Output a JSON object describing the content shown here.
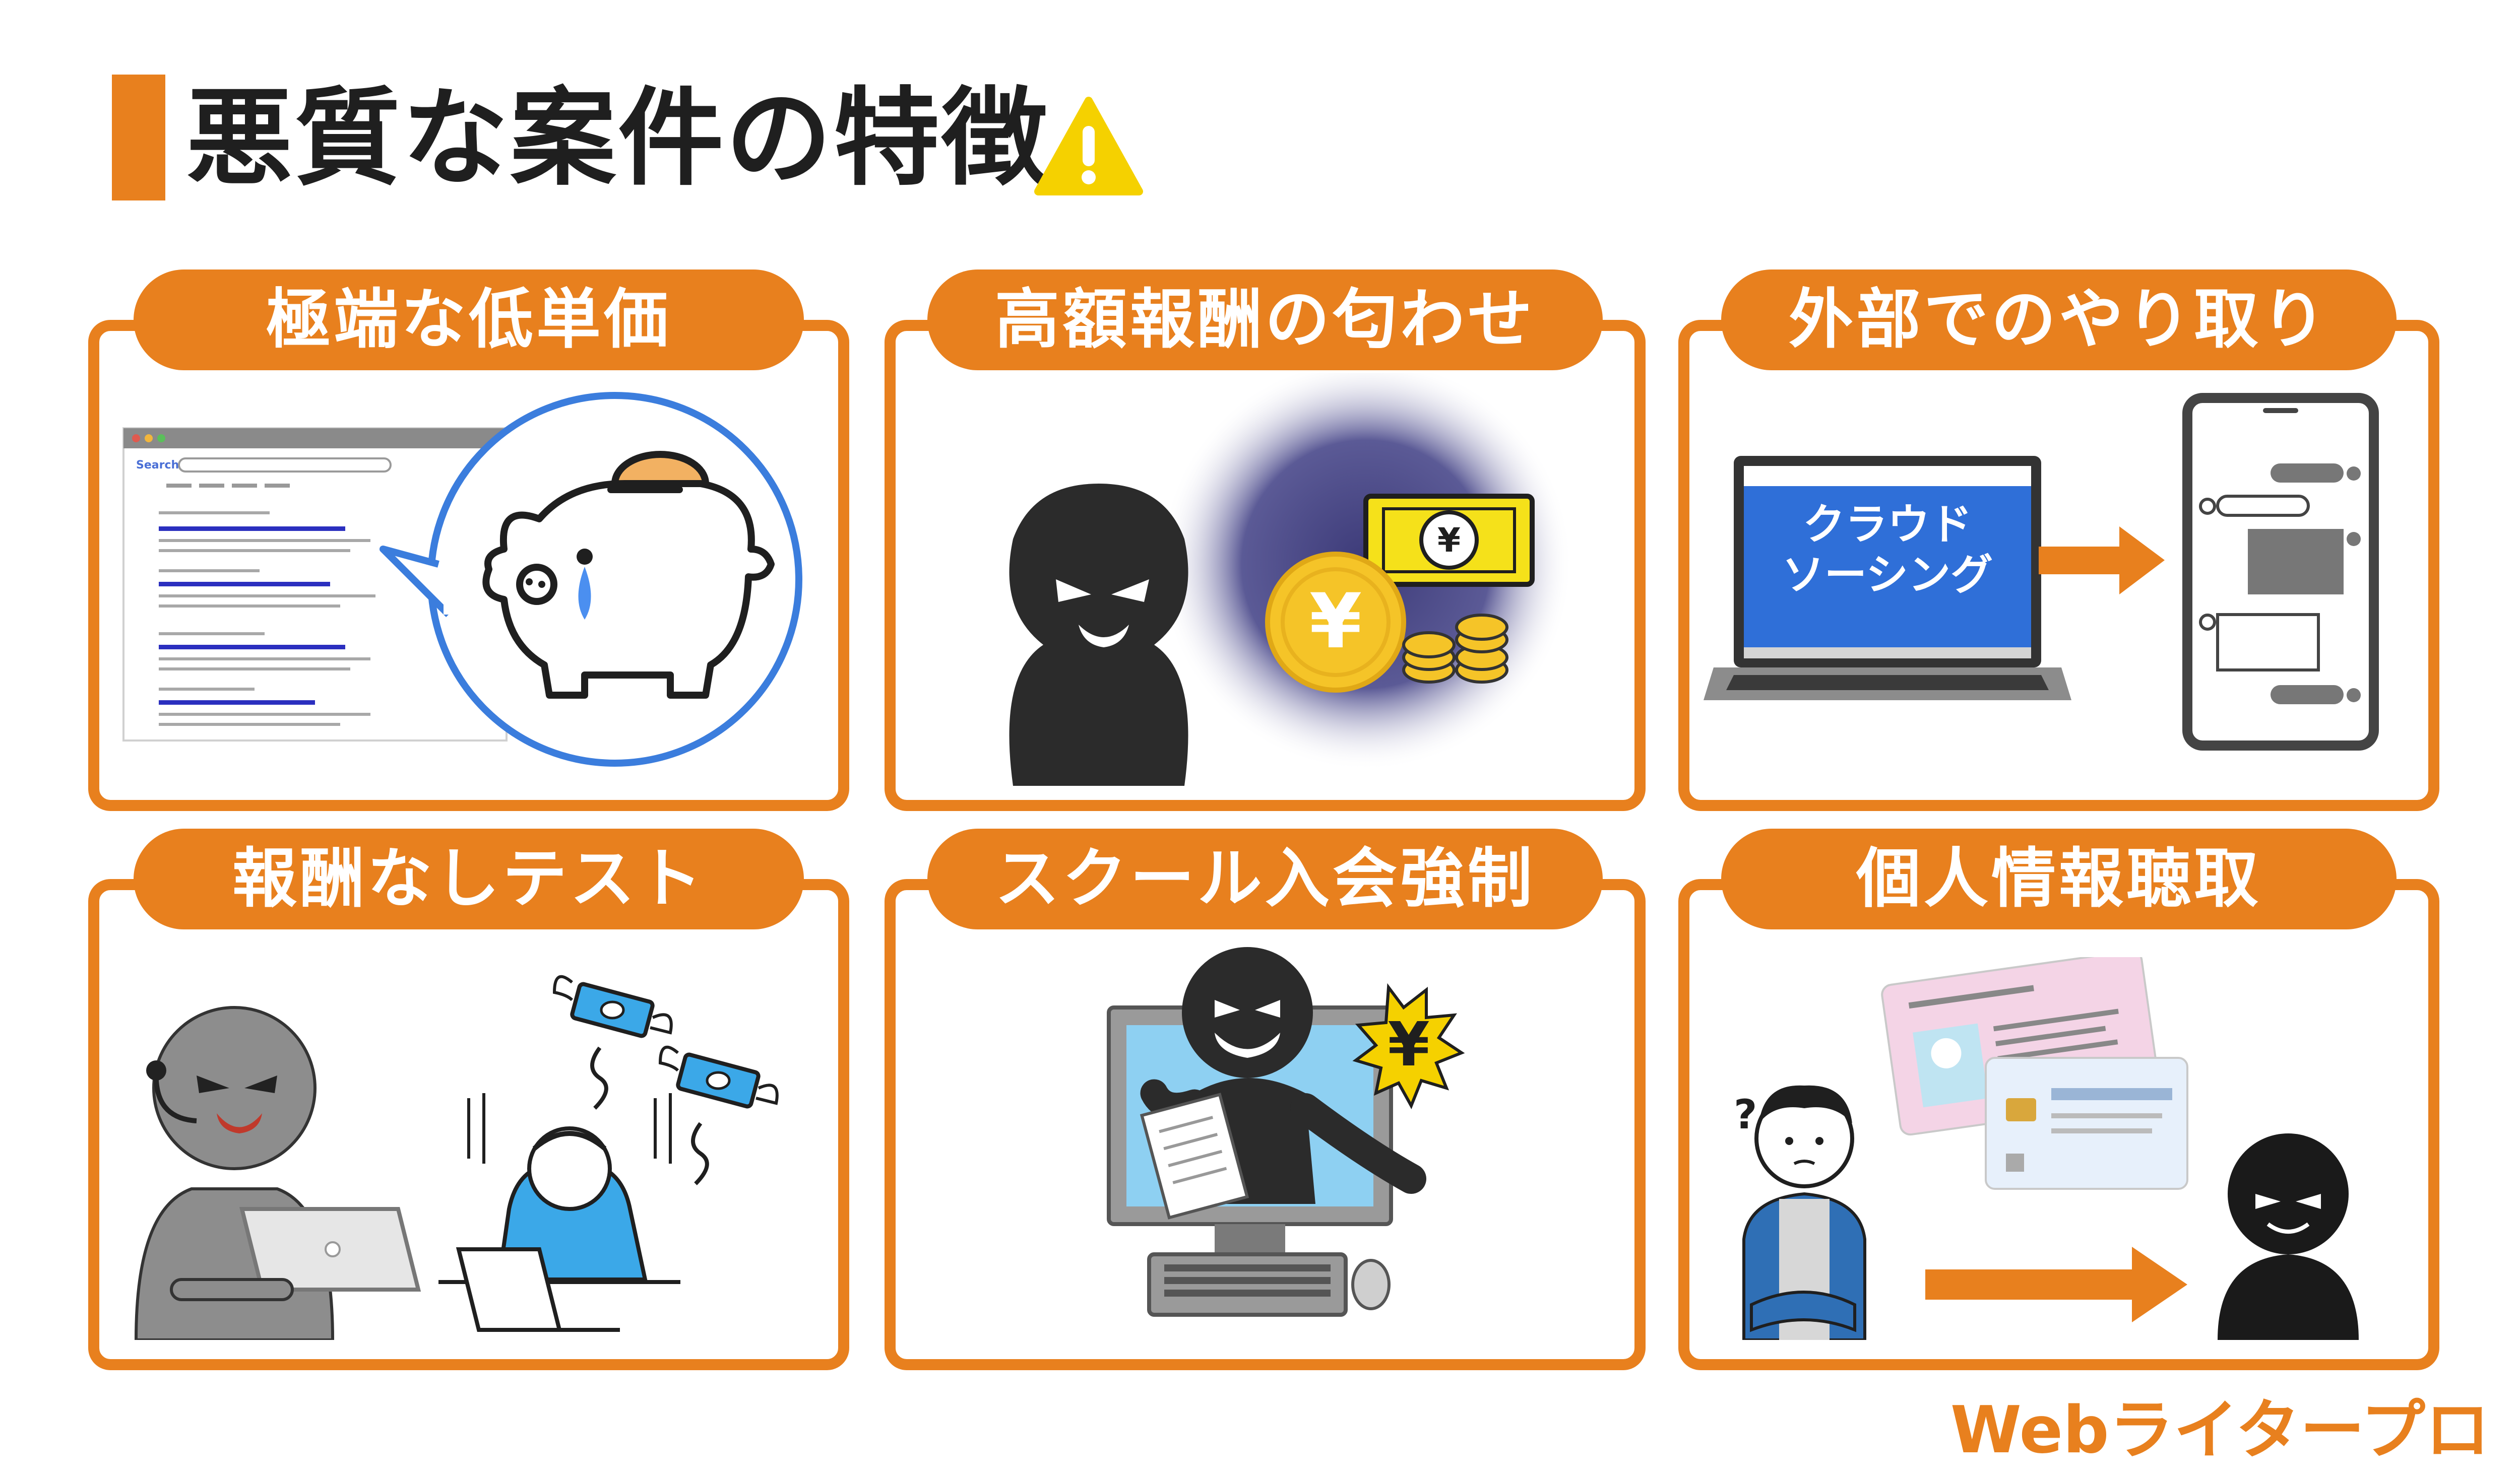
{
  "title": "悪質な案件の特徴",
  "cards": [
    {
      "label": "極端な低単価"
    },
    {
      "label": "高額報酬の匂わせ"
    },
    {
      "label": "外部でのやり取り"
    },
    {
      "label": "報酬なしテスト"
    },
    {
      "label": "スクール入会強制"
    },
    {
      "label": "個人情報聴取"
    }
  ],
  "illus": {
    "search_label": "Search",
    "screen_line1": "クラウド",
    "screen_line2": "ソーシング",
    "yen_symbol": "¥"
  },
  "brand": "Webライタープロ",
  "colors": {
    "accent": "#E8801E",
    "warning": "#F5D100",
    "ring": "#3B7DDD"
  }
}
